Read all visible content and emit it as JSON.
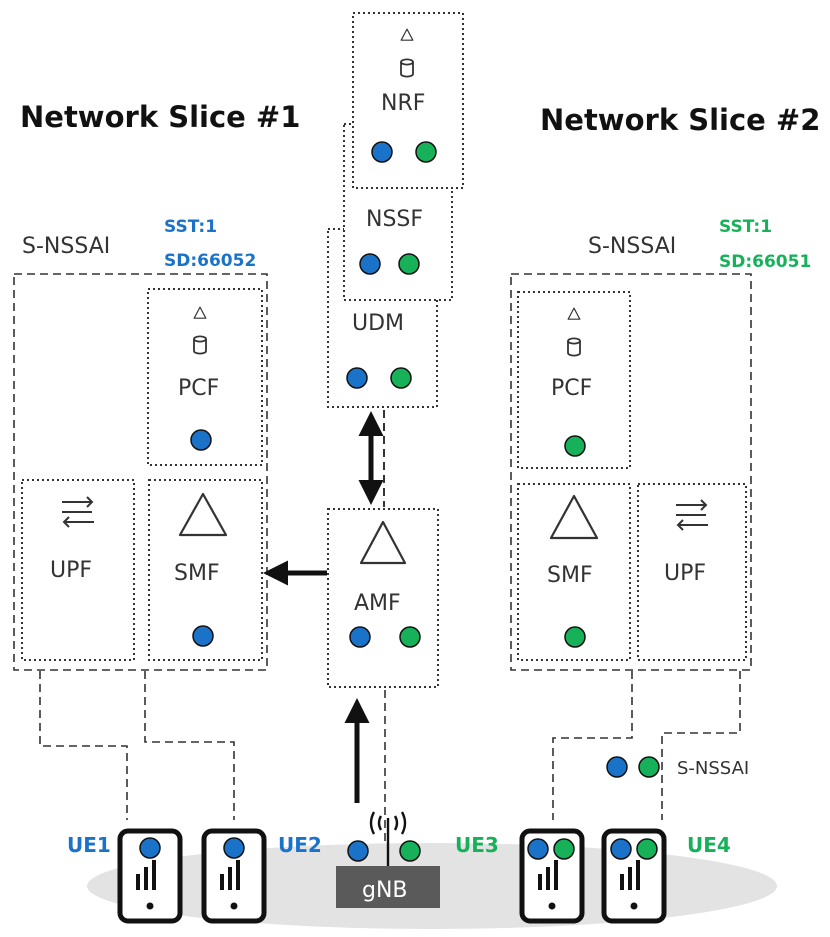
{
  "colors": {
    "blue": "#1a73c8",
    "green": "#17b15a",
    "dark": "#111111"
  },
  "slices": {
    "slice1": {
      "title": "Network Slice #1",
      "snssai_label": "S-NSSAI",
      "sst": "SST:1",
      "sd": "SD:66052",
      "pcf": "PCF",
      "upf": "UPF",
      "smf": "SMF"
    },
    "slice2": {
      "title": "Network Slice  #2",
      "snssai_label": "S-NSSAI",
      "sst": "SST:1",
      "sd": "SD:66051",
      "pcf": "PCF",
      "upf": "UPF",
      "smf": "SMF"
    }
  },
  "core": {
    "nrf": "NRF",
    "nssf": "NSSF",
    "udm": "UDM",
    "amf": "AMF"
  },
  "ran": {
    "gnb": "gNB"
  },
  "legend": {
    "snssai": "S-NSSAI"
  },
  "ues": {
    "ue1": "UE1",
    "ue2": "UE2",
    "ue3": "UE3",
    "ue4": "UE4"
  },
  "icons": [
    "triangle-icon",
    "database-icon",
    "arrows-exchange-icon",
    "phone-icon",
    "antenna-icon"
  ]
}
